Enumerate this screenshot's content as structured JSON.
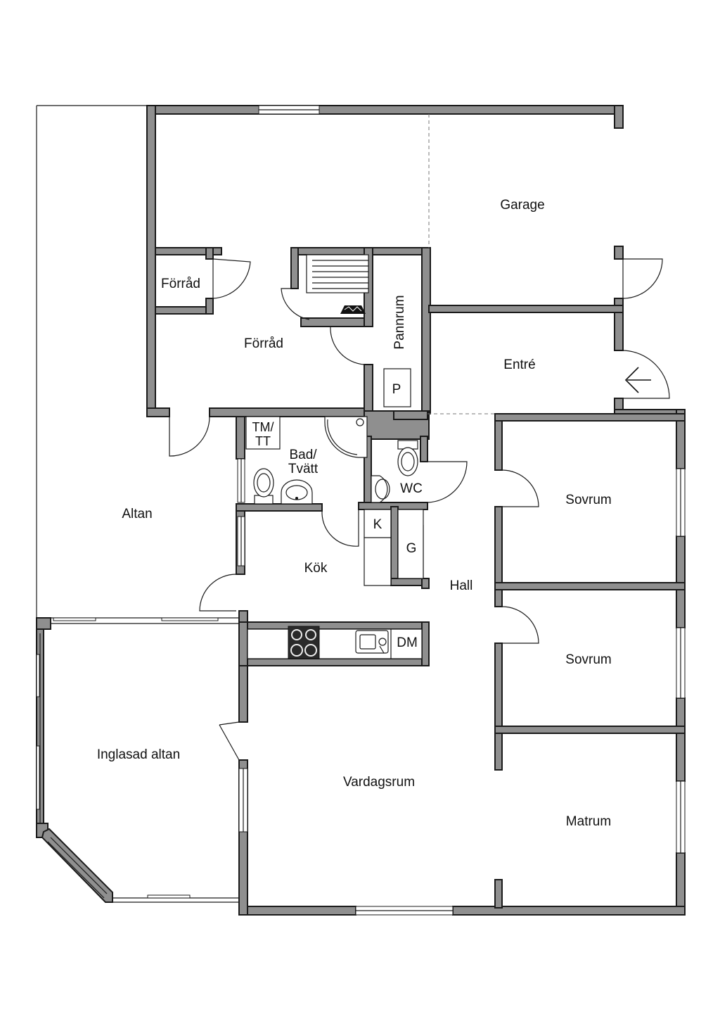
{
  "floor_plan": {
    "rooms": {
      "garage": "Garage",
      "forrad_small": "Förråd",
      "forrad_large": "Förråd",
      "pannrum": "Pannrum",
      "entre": "Entré",
      "altan": "Altan",
      "tm_tt_line1": "TM/",
      "tm_tt_line2": "TT",
      "bad_line1": "Bad/",
      "bad_line2": "Tvätt",
      "wc": "WC",
      "kok": "Kök",
      "k": "K",
      "g": "G",
      "hall": "Hall",
      "dm": "DM",
      "sovrum_1": "Sovrum",
      "sovrum_2": "Sovrum",
      "inglasad_altan": "Inglasad altan",
      "vardagsrum": "Vardagsrum",
      "matrum": "Matrum",
      "p": "P"
    },
    "icons": {
      "entrance": "entrance-arrow-icon",
      "stove": "stove-icon",
      "sink": "sink-icon",
      "toilet": "toilet-icon",
      "wash_basin": "wash-basin-icon",
      "shower": "shower-icon",
      "boiler": "boiler-icon"
    },
    "colors": {
      "wall_fill": "#8f8f8f",
      "wall_outline": "#1a1a1a",
      "background": "#ffffff"
    }
  }
}
